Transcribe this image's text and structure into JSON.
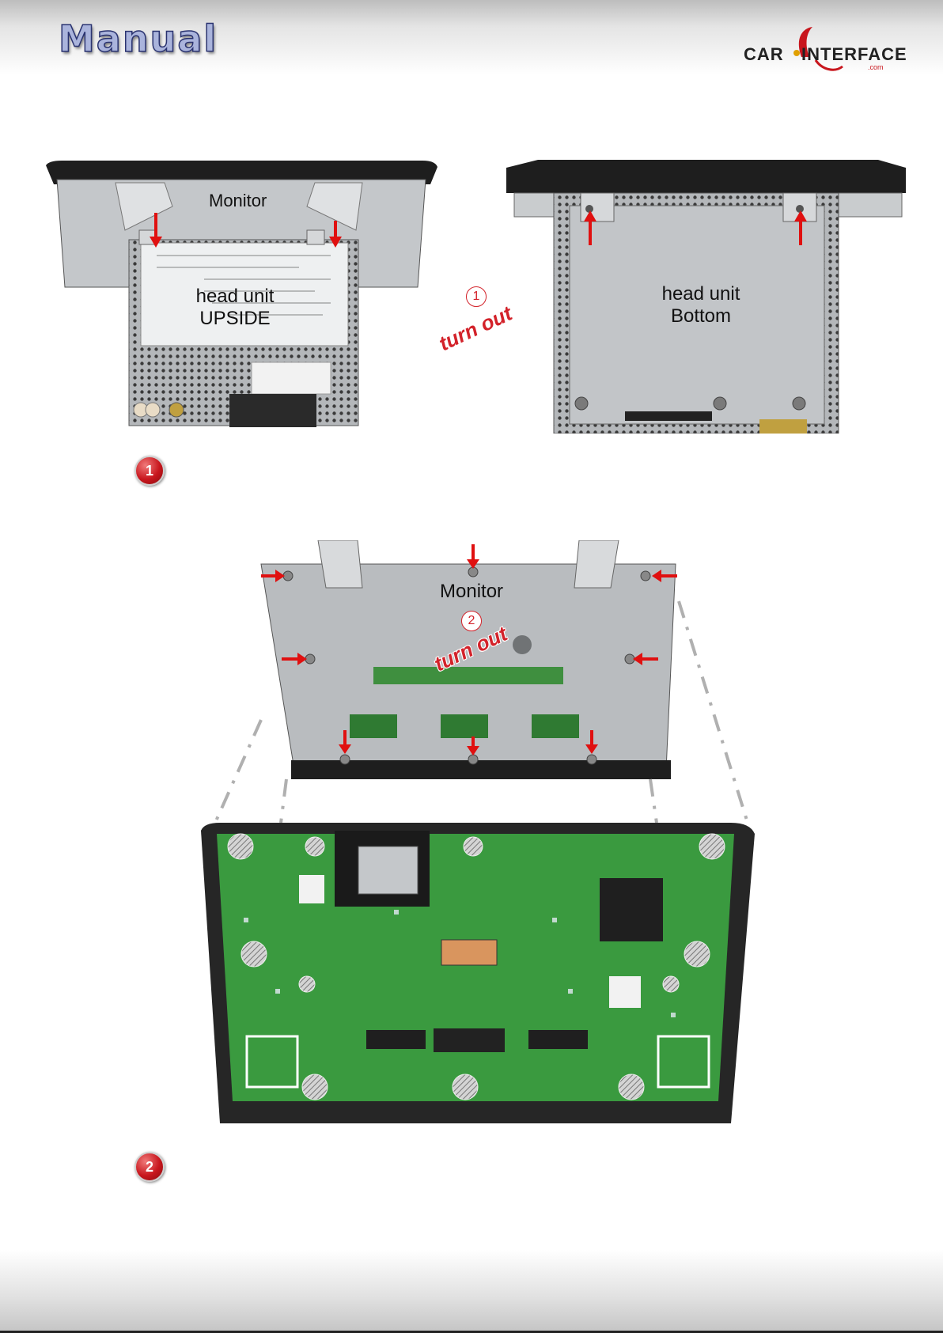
{
  "header": {
    "title": "Manual",
    "logo_text_left": "CAR",
    "logo_text_right": "INTERFACE",
    "logo_suffix": ".com"
  },
  "section1": {
    "photo_left": {
      "label_monitor": "Monitor",
      "label_head_unit": "head unit",
      "label_side": "UPSIDE"
    },
    "photo_right": {
      "label_head_unit": "head unit",
      "label_side": "Bottom"
    },
    "step_number": "1",
    "step_text": "turn out",
    "badge_number": "1"
  },
  "section2": {
    "label_monitor": "Monitor",
    "step_number": "2",
    "step_text": "turn out",
    "badge_number": "2"
  },
  "colors": {
    "accent_red": "#d3222a",
    "pcb_green": "#3a9a3f",
    "metal_gray": "#b9bcbf",
    "title_blue": "#aab4dc"
  }
}
